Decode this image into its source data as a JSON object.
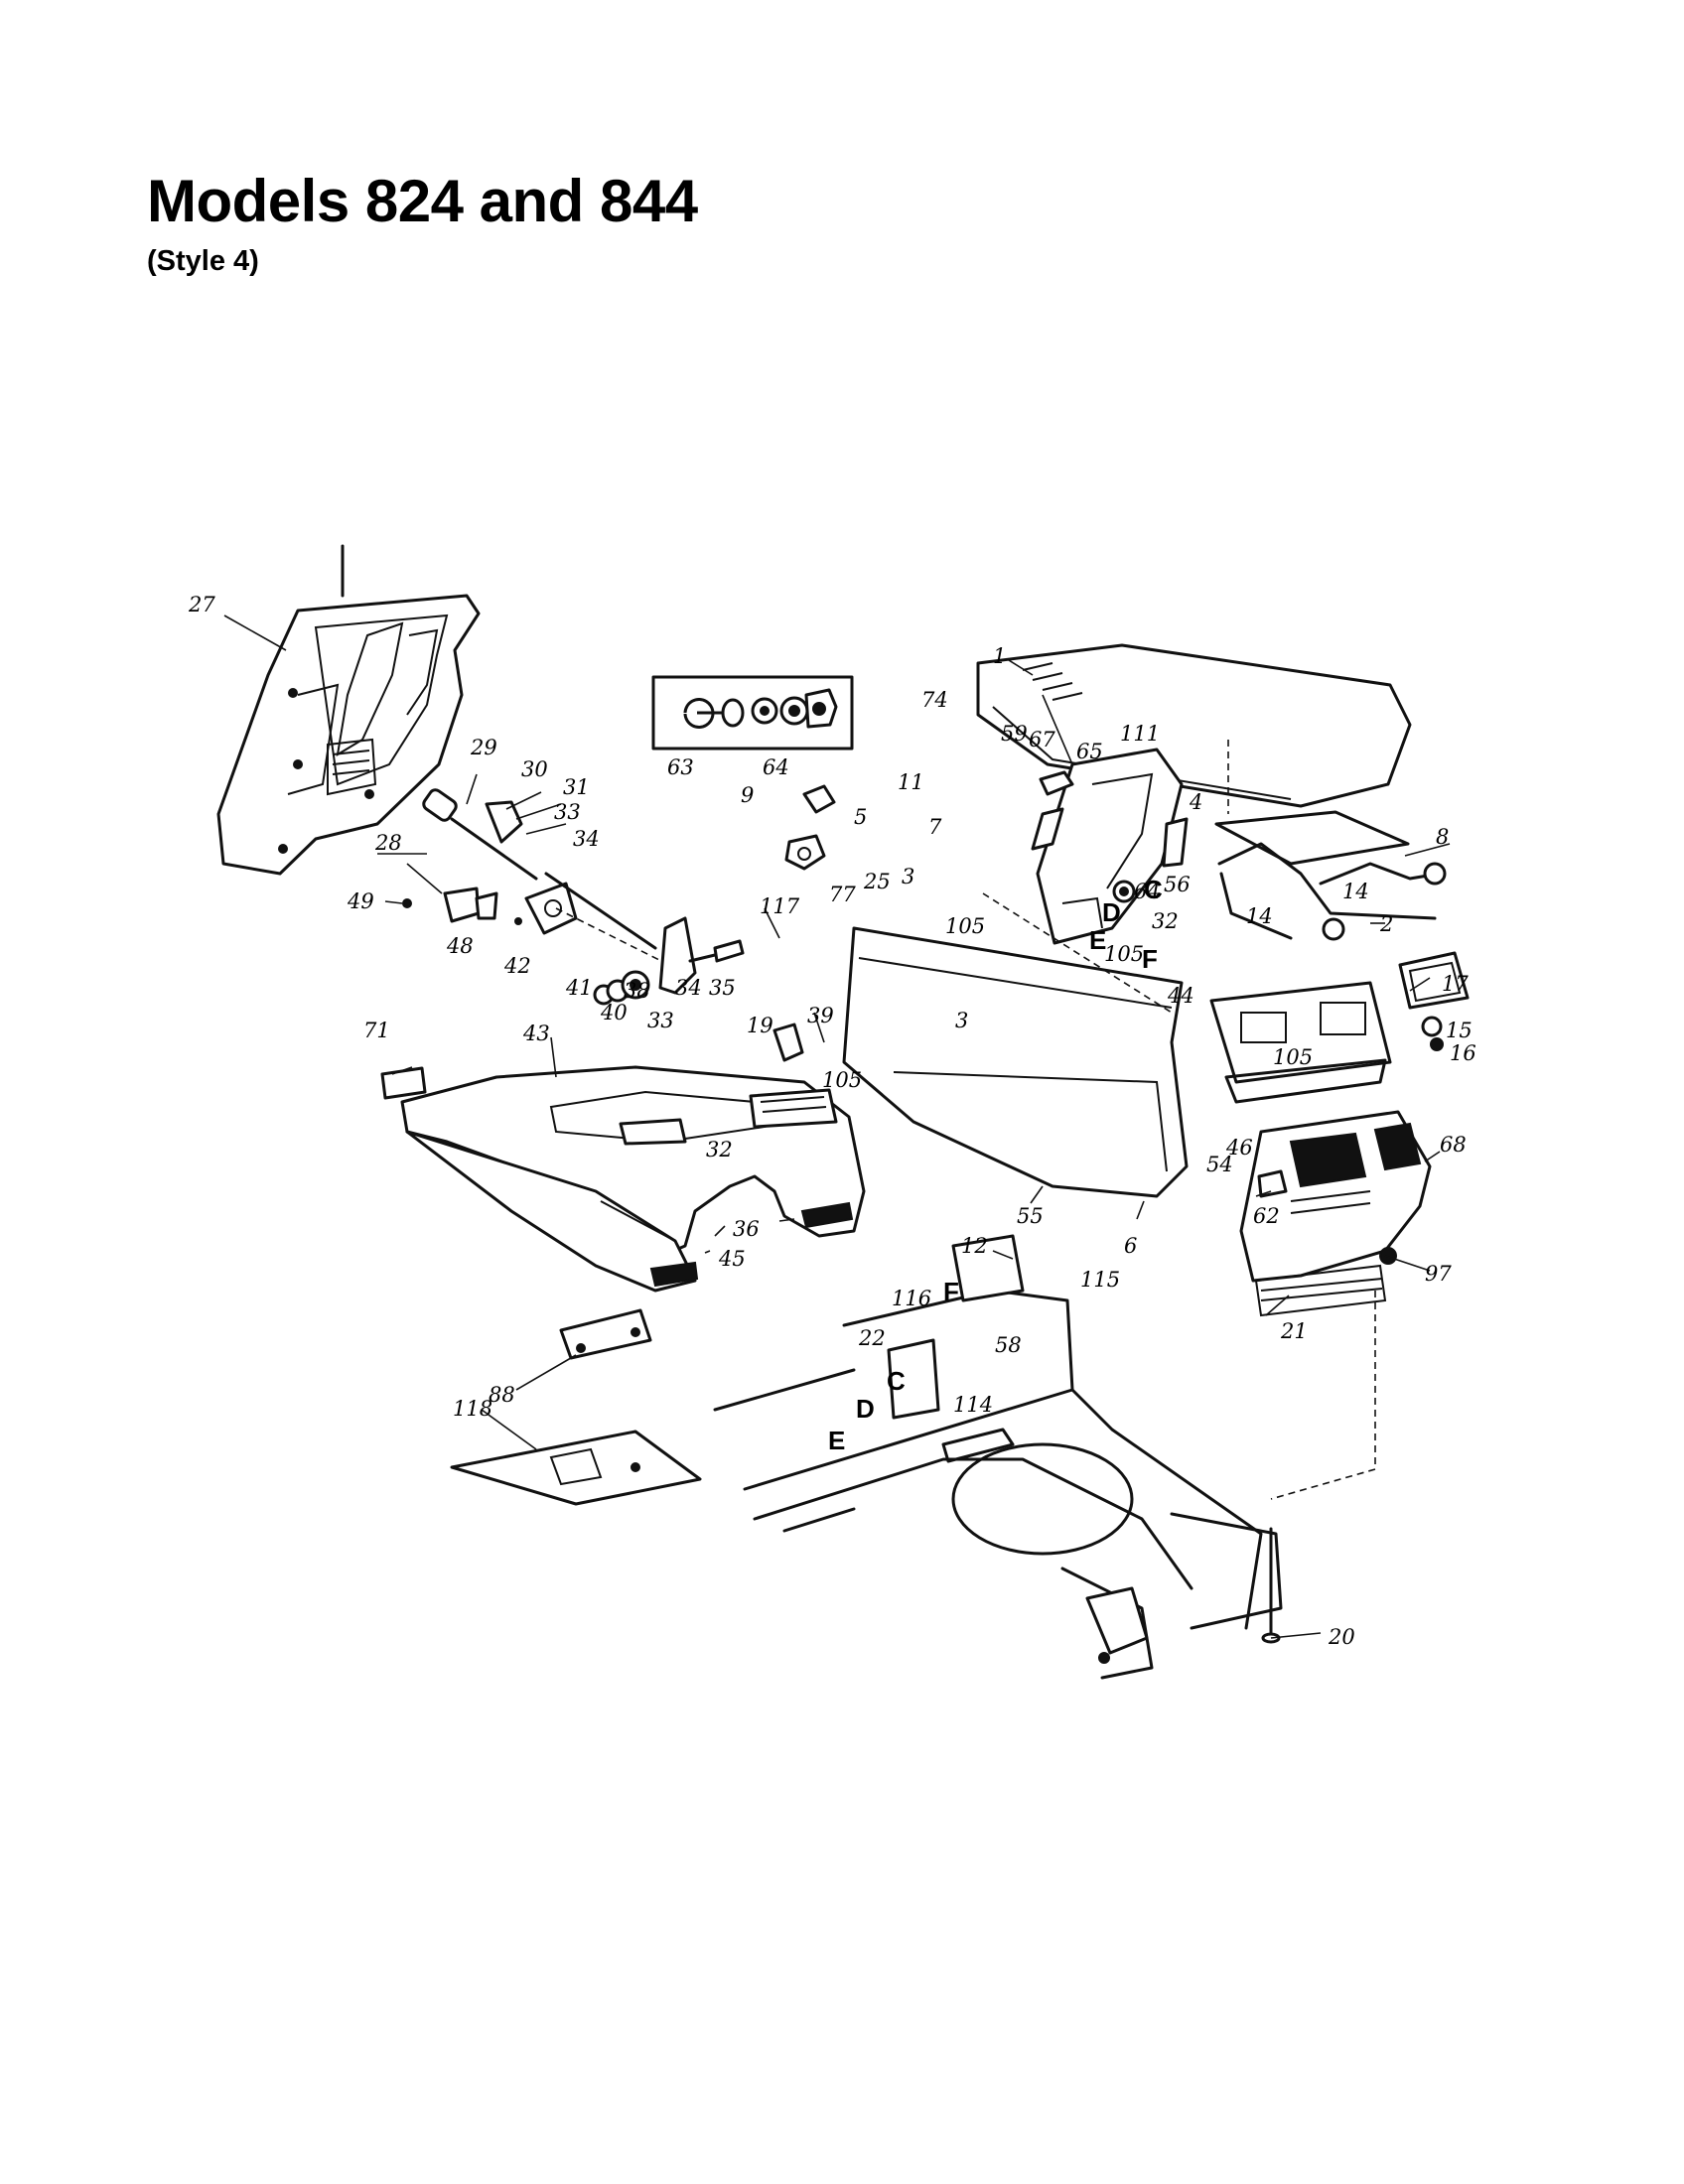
{
  "header": {
    "title": "Models 824 and 844",
    "subtitle": "(Style 4)"
  },
  "diagram": {
    "callouts": {
      "p1": "1",
      "p2": "2",
      "p3a": "3",
      "p3b": "3",
      "p4": "4",
      "p5": "5",
      "p6": "6",
      "p7": "7",
      "p8": "8",
      "p9": "9",
      "p11": "11",
      "p12": "12",
      "p14a": "14",
      "p14b": "14",
      "p15": "15",
      "p16": "16",
      "p17": "17",
      "p19": "19",
      "p20": "20",
      "p21": "21",
      "p22": "22",
      "p25": "25",
      "p27": "27",
      "p28": "28",
      "p29": "29",
      "p30": "30",
      "p31": "31",
      "p32a": "32",
      "p32b": "32",
      "p33a": "33",
      "p33b": "33",
      "p34a": "34",
      "p34b": "34",
      "p35": "35",
      "p36": "36",
      "p38": "38",
      "p39": "39",
      "p40": "40",
      "p41": "41",
      "p42": "42",
      "p43": "43",
      "p44": "44",
      "p45": "45",
      "p46": "46",
      "p48": "48",
      "p49": "49",
      "p54": "54",
      "p55": "55",
      "p56": "56",
      "p58": "58",
      "p59": "59",
      "p62": "62",
      "p63": "63",
      "p64a": "64",
      "p64b": "64",
      "p65": "65",
      "p67": "67",
      "p68": "68",
      "p71": "71",
      "p74": "74",
      "p77": "77",
      "p88": "88",
      "p97": "97",
      "p105a": "105",
      "p105b": "105",
      "p105c": "105",
      "p105d": "105",
      "p111": "111",
      "p114": "114",
      "p115": "115",
      "p116": "116",
      "p117": "117",
      "p118": "118"
    },
    "ref_letters": {
      "c1": "C",
      "c2": "C",
      "d1": "D",
      "d2": "D",
      "e1": "E",
      "e2": "E",
      "f1": "F",
      "f2": "F"
    }
  }
}
